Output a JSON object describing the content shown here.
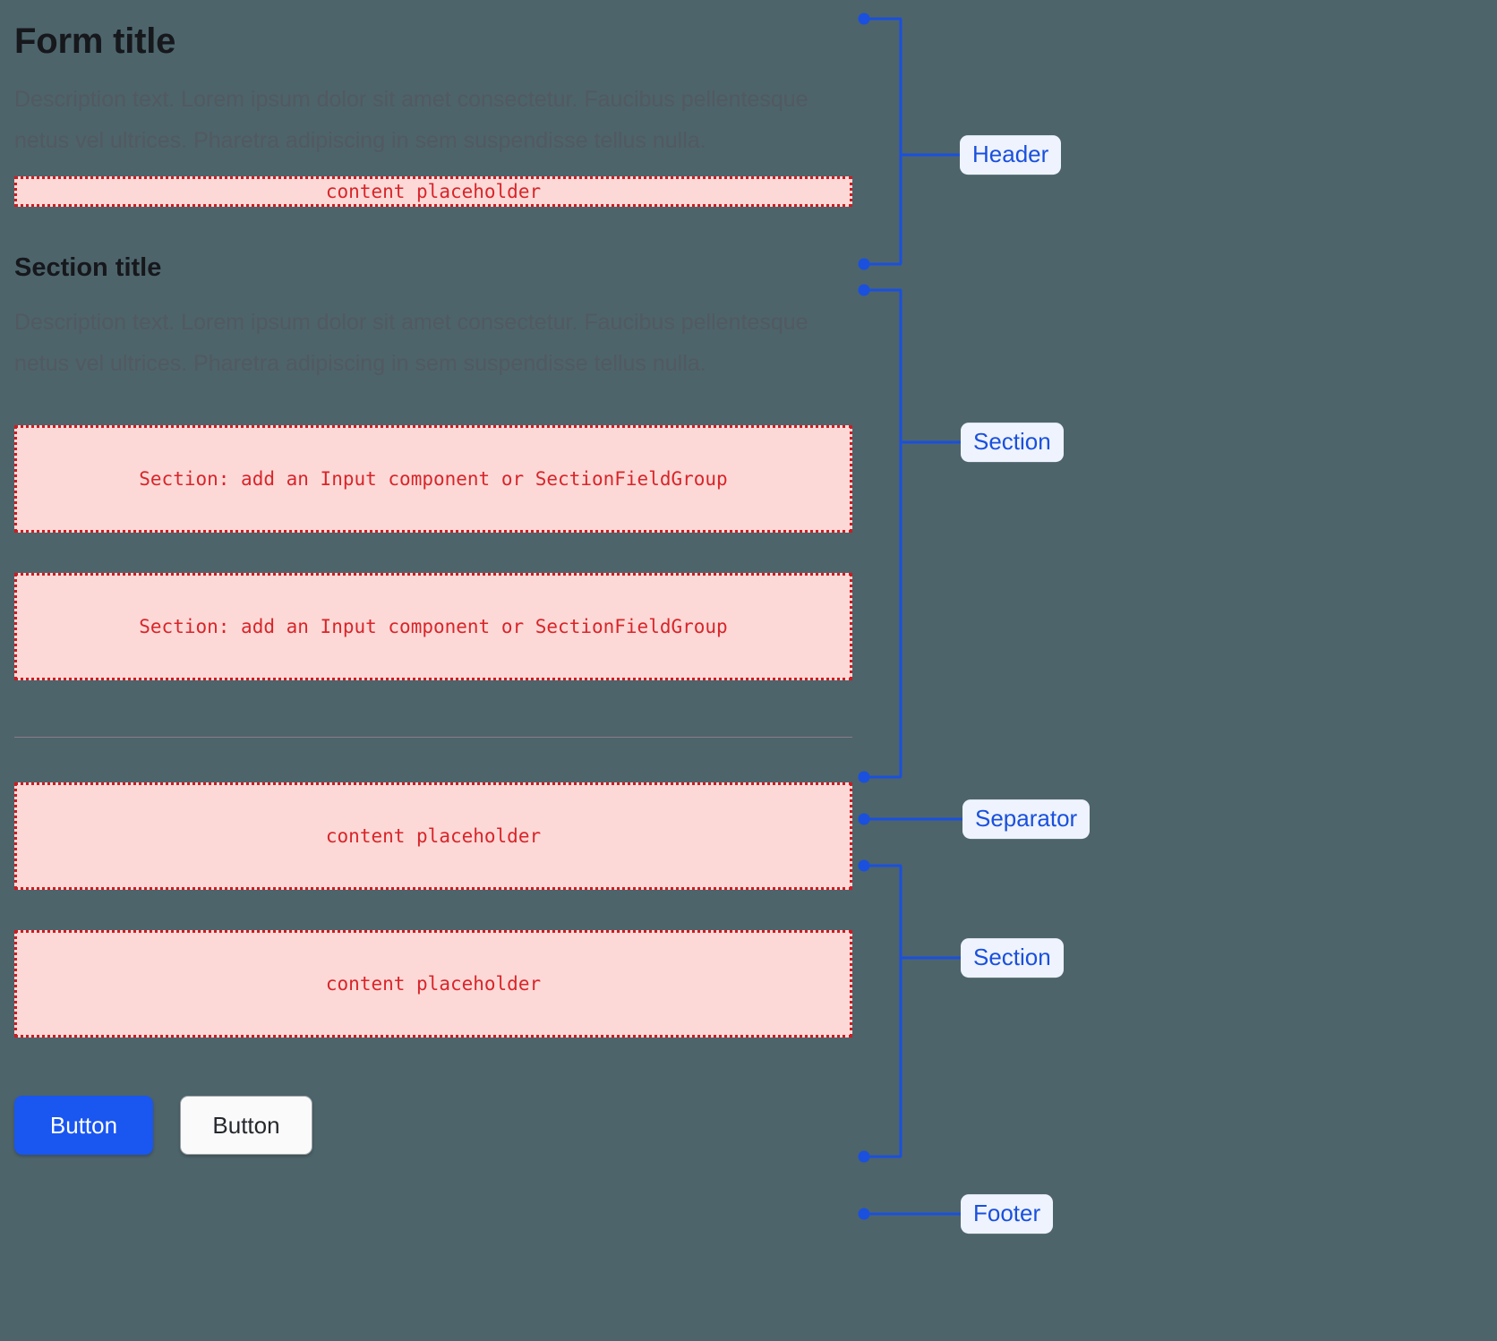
{
  "background_color": "#4d646b",
  "accent_color": "#1a50dd",
  "placeholder_color": "#d8252a",
  "header": {
    "title": "Form title",
    "description": "Description text. Lorem ipsum dolor sit amet consectetur. Faucibus pellentesque netus vel ultrices. Pharetra adipiscing in sem suspendisse tellus nulla.",
    "placeholder": "content placeholder"
  },
  "section_one": {
    "title": "Section title",
    "description": "Description text. Lorem ipsum dolor sit amet consectetur. Faucibus pellentesque netus vel ultrices. Pharetra adipiscing in sem suspendisse tellus nulla.",
    "placeholders": [
      "Section: add an Input component or SectionFieldGroup",
      "Section: add an Input component or SectionFieldGroup"
    ]
  },
  "section_two": {
    "placeholders": [
      "content placeholder",
      "content placeholder"
    ]
  },
  "footer": {
    "primary_button": "Button",
    "secondary_button": "Button"
  },
  "annotations": [
    {
      "label": "Header",
      "type": "bracket"
    },
    {
      "label": "Section",
      "type": "bracket"
    },
    {
      "label": "Separator",
      "type": "point"
    },
    {
      "label": "Section",
      "type": "bracket"
    },
    {
      "label": "Footer",
      "type": "point"
    }
  ]
}
